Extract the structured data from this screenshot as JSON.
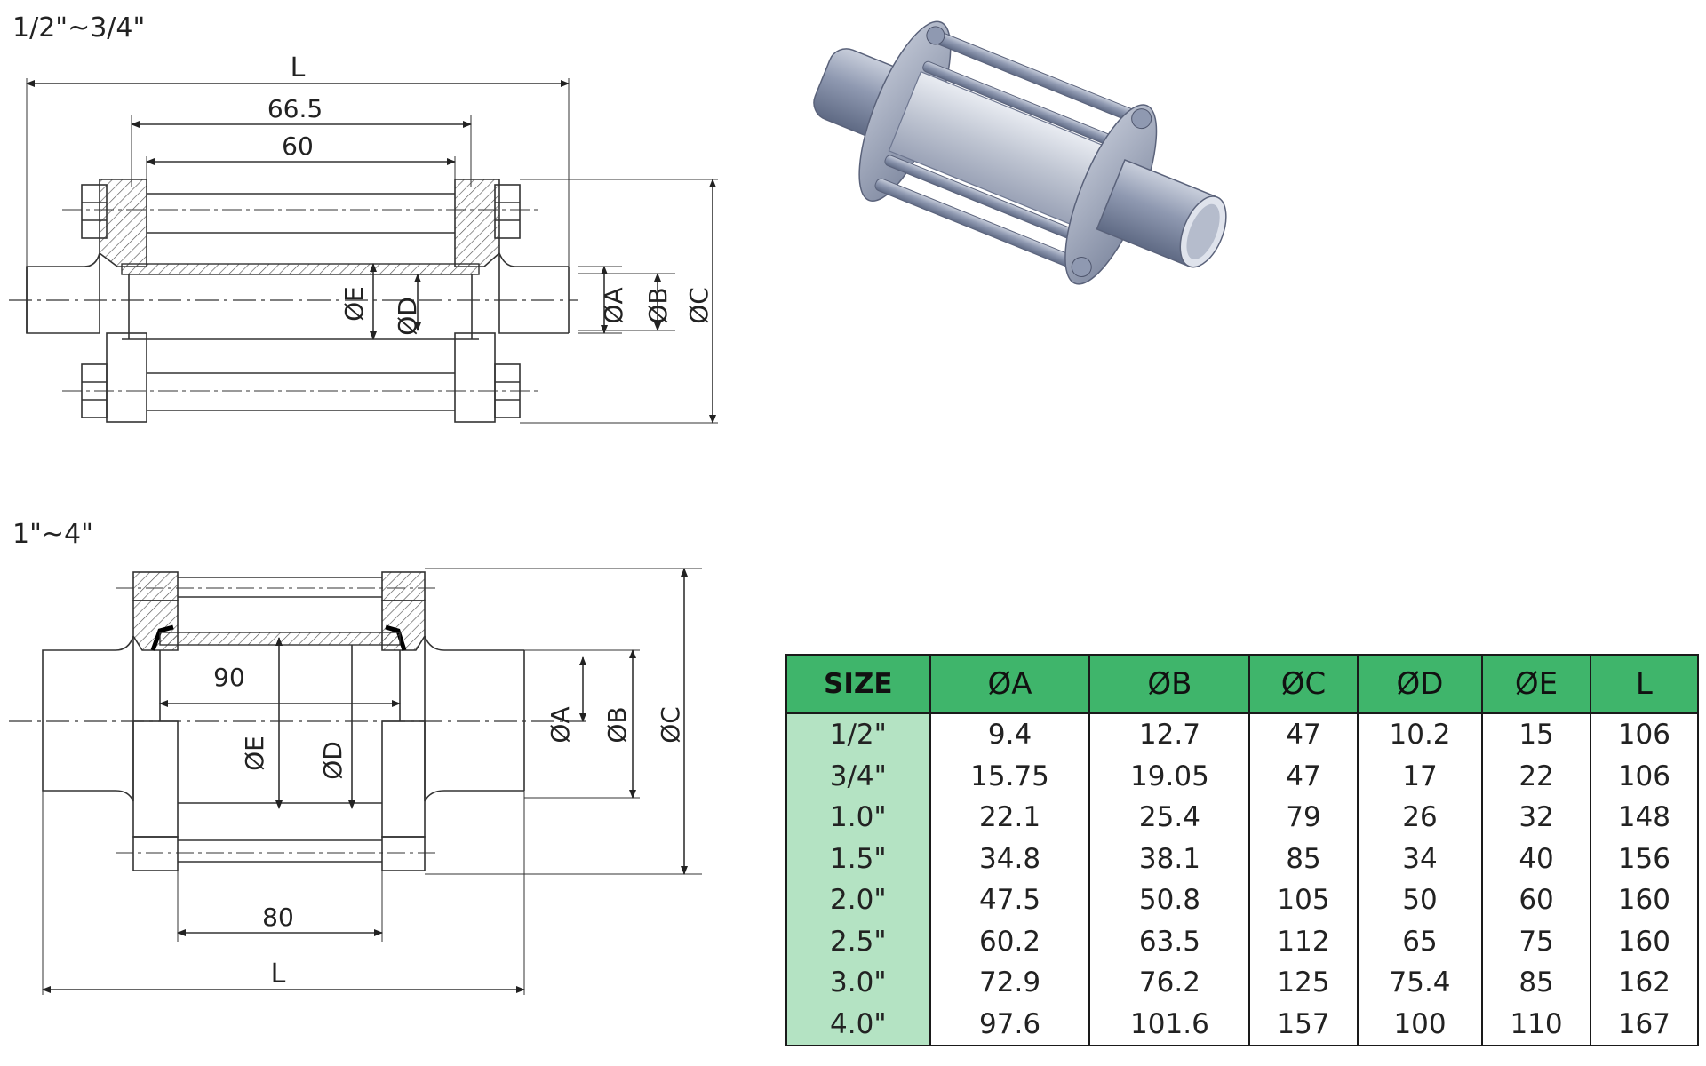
{
  "top_drawing": {
    "size_label": "1/2\"~3/4\"",
    "dim_L": "L",
    "dim_outer": "66.5",
    "dim_inner": "60",
    "dia_E": "ØE",
    "dia_D": "ØD",
    "dia_A": "ØA",
    "dia_B": "ØB",
    "dia_C": "ØC"
  },
  "bottom_drawing": {
    "size_label": "1\"~4\"",
    "dim_inner": "90",
    "dim_rods": "80",
    "dim_L": "L",
    "dia_E": "ØE",
    "dia_D": "ØD",
    "dia_A": "ØA",
    "dia_B": "ØB",
    "dia_C": "ØC"
  },
  "table": {
    "headers": [
      "SIZE",
      "ØA",
      "ØB",
      "ØC",
      "ØD",
      "ØE",
      "L"
    ],
    "rows": [
      [
        "1/2\"",
        "9.4",
        "12.7",
        "47",
        "10.2",
        "15",
        "106"
      ],
      [
        "3/4\"",
        "15.75",
        "19.05",
        "47",
        "17",
        "22",
        "106"
      ],
      [
        "1.0\"",
        "22.1",
        "25.4",
        "79",
        "26",
        "32",
        "148"
      ],
      [
        "1.5\"",
        "34.8",
        "38.1",
        "85",
        "34",
        "40",
        "156"
      ],
      [
        "2.0\"",
        "47.5",
        "50.8",
        "105",
        "50",
        "60",
        "160"
      ],
      [
        "2.5\"",
        "60.2",
        "63.5",
        "112",
        "65",
        "75",
        "160"
      ],
      [
        "3.0\"",
        "72.9",
        "76.2",
        "125",
        "75.4",
        "85",
        "162"
      ],
      [
        "4.0\"",
        "97.6",
        "101.6",
        "157",
        "100",
        "110",
        "167"
      ]
    ]
  },
  "colors": {
    "header_green": "#3fb56b",
    "size_column_green": "#b4e3c3",
    "line": "#333333",
    "hatch": "#555555",
    "render_grey": "#9aa3b8"
  }
}
